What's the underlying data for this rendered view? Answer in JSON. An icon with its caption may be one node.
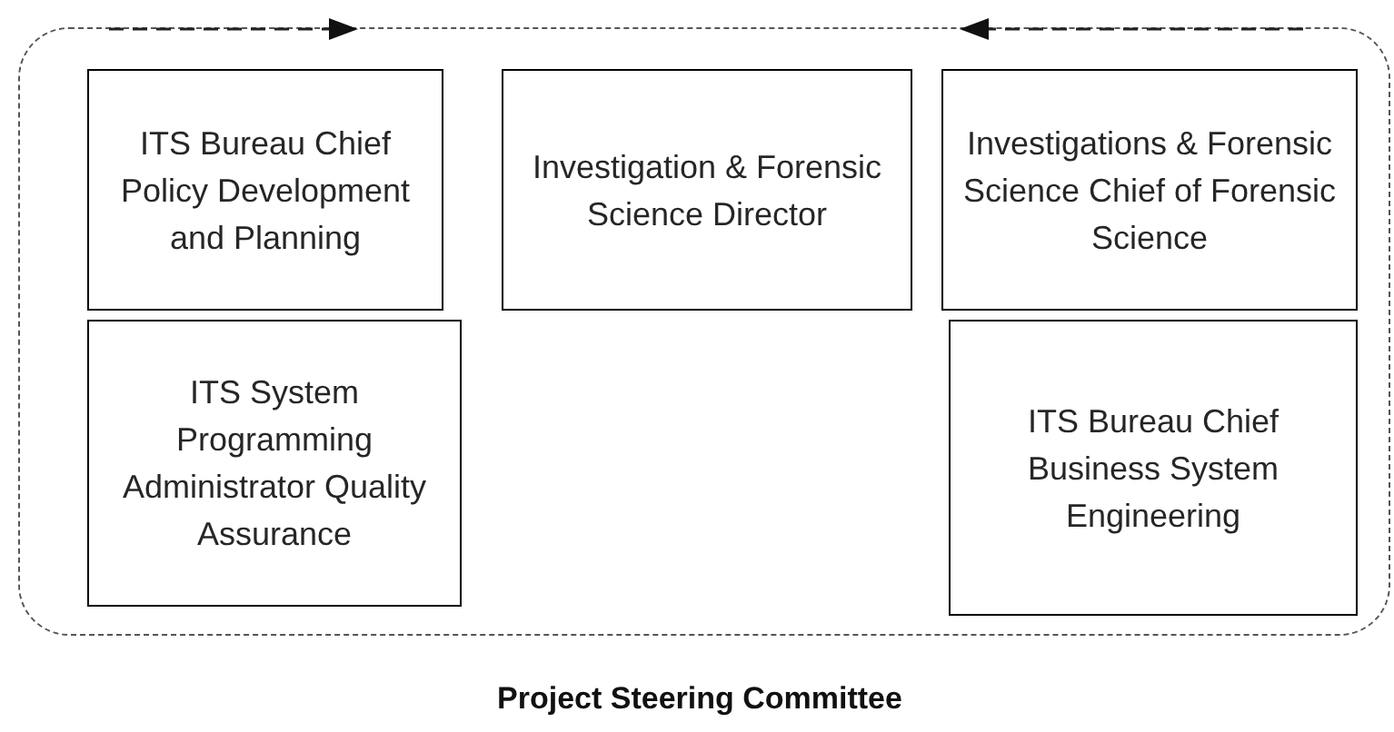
{
  "diagram": {
    "caption": "Project Steering Committee",
    "nodes": [
      {
        "text": [],
        "shape": "box"
      },
      {
        "text": [
          "ITS Bureau Chief Policy Development and Planning"
        ],
        "in": 0
      },
      {
        "text": [
          "Investigation & Forensic Science Director"
        ],
        "in": 0
      },
      {
        "text": [
          "Investigations & Forensic Science Chief of Forensic Science"
        ],
        "in": 0
      },
      {
        "text": [
          "ITS System Programming Administrator Quality Assurance"
        ],
        "in": 0
      },
      {
        "text": [
          "ITS Bureau Chief Business System Engineering"
        ],
        "in": 0
      }
    ],
    "edges": []
  }
}
